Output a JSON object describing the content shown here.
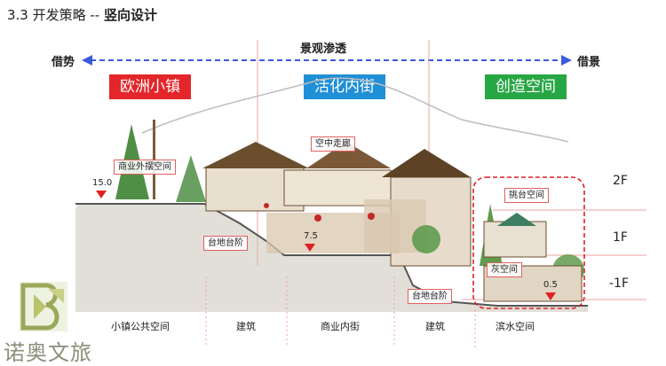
{
  "header": {
    "prefix": "3.3 开发策略 -- ",
    "emphasis": "竖向设计"
  },
  "flow": {
    "left": "借势",
    "center": "景观渗透",
    "right": "借景"
  },
  "bands": [
    {
      "label": "欧洲小镇",
      "color": "#e3262a"
    },
    {
      "label": "活化内街",
      "color": "#1f8fd6"
    },
    {
      "label": "创造空间",
      "color": "#27a644"
    }
  ],
  "tags": {
    "commercial_plaza": "商业外摆空间",
    "sky_corridor": "空中走廊",
    "terrace_space": "挑台空间",
    "platform_steps_1": "台地台阶",
    "platform_steps_2": "台地台阶",
    "grey_space": "灰空间"
  },
  "elevations": {
    "e1": "15.0",
    "e2": "7.5",
    "e3": "0.5"
  },
  "floors": {
    "f2": "2F",
    "f1": "1F",
    "fb1": "-1F"
  },
  "zones": [
    "小镇公共空间",
    "建筑",
    "商业内街",
    "建筑",
    "滨水空间"
  ],
  "brand": {
    "name": "诺奥文旅"
  },
  "colors": {
    "arrow": "#3b5bdb",
    "marker": "#e02020",
    "highlight": "#e02020",
    "gridline": "#f2a0a0"
  }
}
